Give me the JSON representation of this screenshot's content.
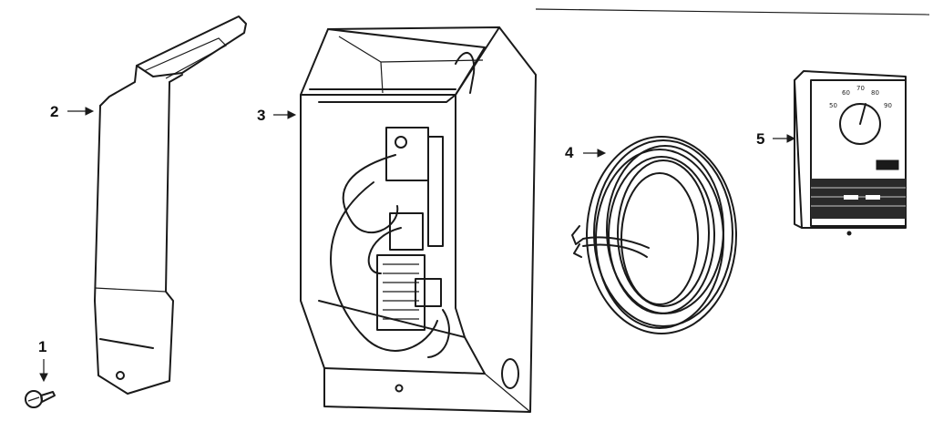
{
  "callouts": {
    "part1": "1",
    "part2": "2",
    "part3": "3",
    "part4": "4",
    "part5": "5"
  },
  "dial_marks": [
    "50",
    "60",
    "70",
    "80",
    "90"
  ],
  "colors": {
    "ink": "#1a1a1a",
    "paper": "#ffffff"
  }
}
